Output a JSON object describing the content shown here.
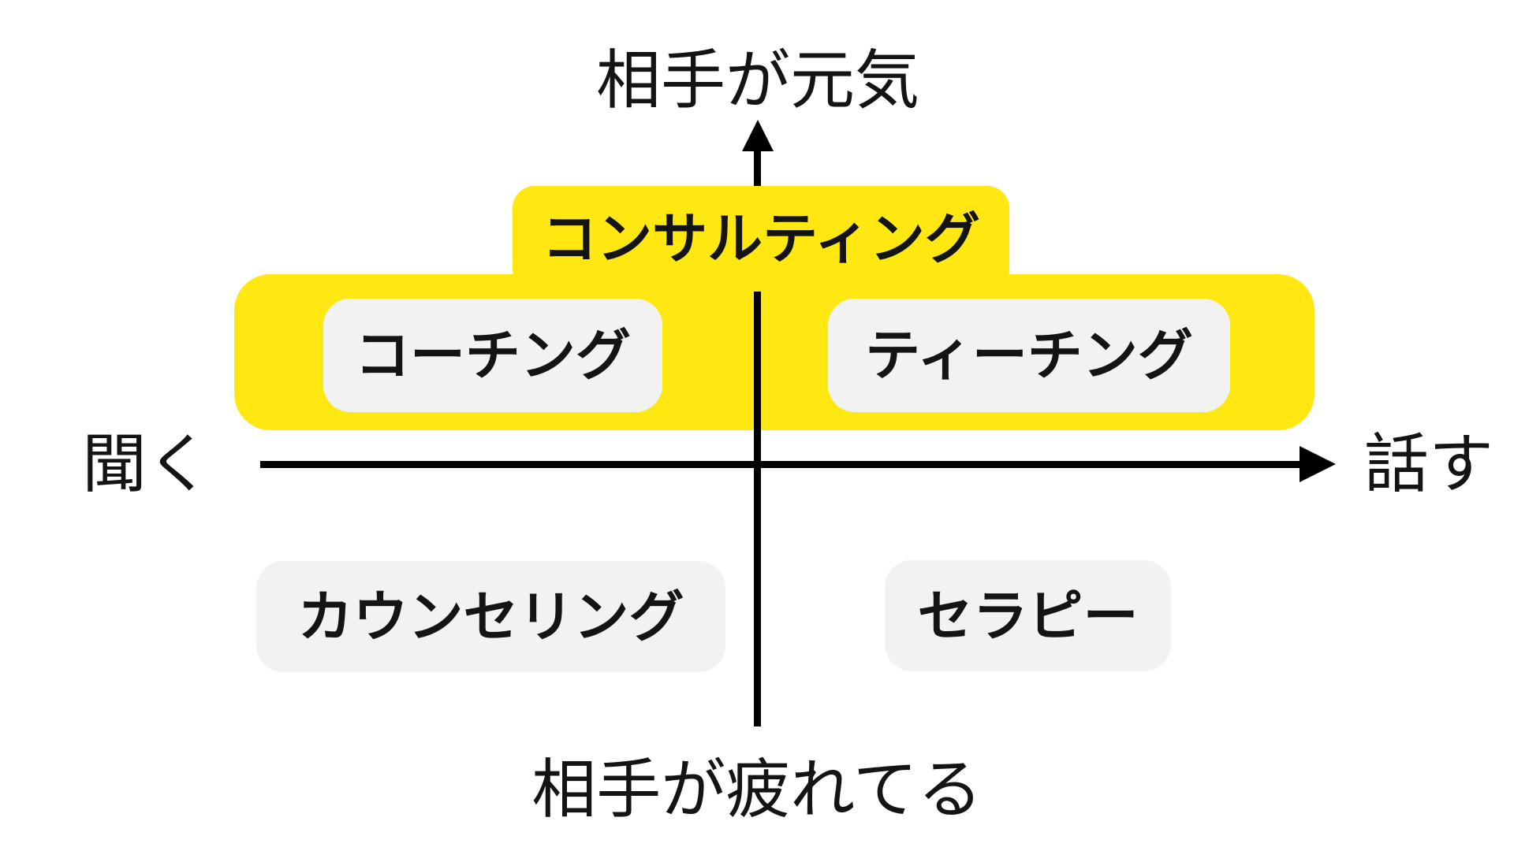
{
  "colors": {
    "highlight": "#ffe812",
    "node_bg": "#f2f2f2",
    "line": "#000000",
    "text": "#141414",
    "background": "#ffffff"
  },
  "axis_labels": {
    "top": "相手が元気",
    "bottom": "相手が疲れてる",
    "left": "聞く",
    "right": "話す"
  },
  "nodes": {
    "consulting": "コンサルティング",
    "coaching": "コーチング",
    "teaching": "ティーチング",
    "counseling": "カウンセリング",
    "therapy": "セラピー"
  }
}
